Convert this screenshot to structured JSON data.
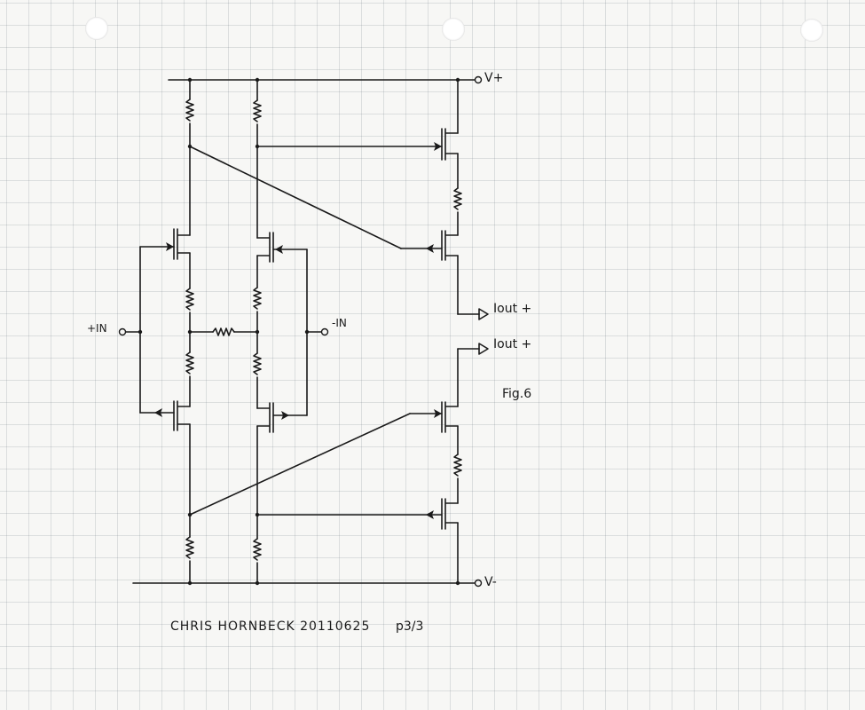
{
  "labels": {
    "vplus": "V+",
    "vminus": "V-",
    "plus_in": "+IN",
    "minus_in": "-IN",
    "iout_top": "Iout +",
    "iout_bottom": "Iout +",
    "figure": "Fig.6",
    "signature": "CHRIS HORNBECK 20110625",
    "page": "p3/3"
  },
  "colors": {
    "ink": "#1a1a1a",
    "paper": "#f7f7f5",
    "grid": "#8c96a0"
  }
}
